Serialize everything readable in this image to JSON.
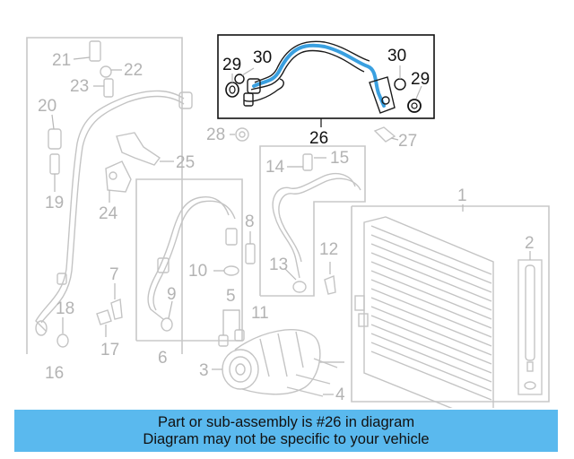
{
  "callouts": {
    "c1": "1",
    "c2": "2",
    "c3": "3",
    "c4": "4",
    "c5": "5",
    "c6": "6",
    "c7": "7",
    "c8": "8",
    "c9": "9",
    "c10": "10",
    "c11": "11",
    "c12": "12",
    "c13": "13",
    "c14": "14",
    "c15": "15",
    "c16": "16",
    "c17": "17",
    "c18": "18",
    "c19": "19",
    "c20": "20",
    "c21": "21",
    "c22": "22",
    "c23": "23",
    "c24": "24",
    "c25": "25",
    "c26": "26",
    "c27": "27",
    "c28": "28",
    "c29a": "29",
    "c29b": "29",
    "c30a": "30",
    "c30b": "30"
  },
  "highlight_color": "#3aa0e0",
  "banner": {
    "background": "#5ab9ee",
    "line1": "Part or sub-assembly is #26 in diagram",
    "line2": "Diagram may not be specific to your vehicle"
  }
}
